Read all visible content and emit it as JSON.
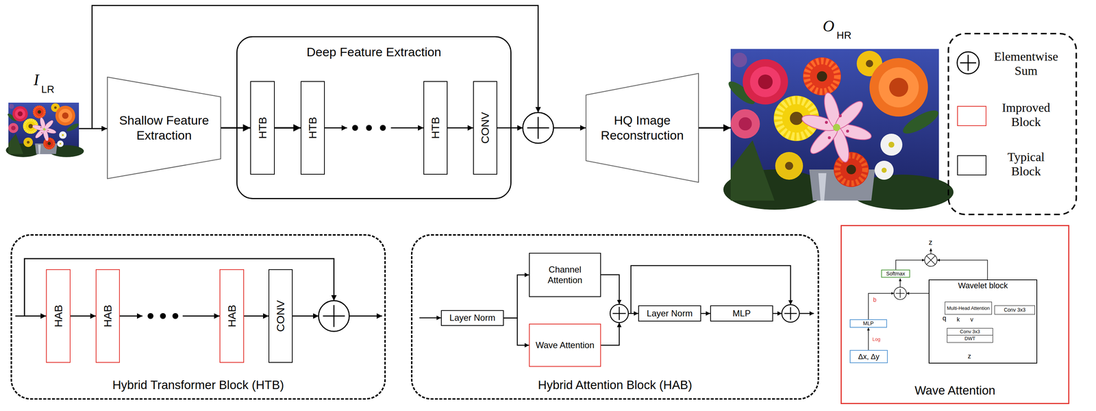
{
  "diagram": {
    "nodes": [
      {
        "text": [
          "Shallow Feature Extraction"
        ]
      },
      {
        "text": [
          "Deep Feature Extraction"
        ]
      },
      {
        "text": [
          "HTB"
        ],
        "in": 1
      },
      {
        "text": [
          "HTB"
        ],
        "in": 1
      },
      {
        "text": [
          "HTB"
        ],
        "in": 1
      },
      {
        "text": [
          "CONV"
        ],
        "in": 1
      },
      {
        "text": [
          "HQ Image Reconstruction"
        ]
      },
      {
        "text": [
          "Hybrid Transformer Block (HTB)"
        ]
      },
      {
        "text": [
          "HAB"
        ],
        "in": 7
      },
      {
        "text": [
          "HAB"
        ],
        "in": 7
      },
      {
        "text": [
          "HAB"
        ],
        "in": 7
      },
      {
        "text": [
          "CONV"
        ],
        "in": 7
      },
      {
        "text": [
          "Hybrid Attention Block (HAB)"
        ]
      },
      {
        "text": [
          "Layer Norm"
        ],
        "in": 12
      },
      {
        "text": [
          "Channel Attention"
        ],
        "in": 12
      },
      {
        "text": [
          "Wave Attention"
        ],
        "in": 12
      },
      {
        "text": [
          "Layer Norm"
        ],
        "in": 12
      },
      {
        "text": [
          "MLP"
        ],
        "in": 12
      },
      {
        "text": [
          "Wave Attention"
        ]
      },
      {
        "text": [
          "Softmax"
        ],
        "in": 18
      },
      {
        "text": [
          "MLP"
        ],
        "in": 18
      },
      {
        "text": [
          "Δx, Δy"
        ],
        "in": 18
      },
      {
        "text": [
          "Wavelet block"
        ],
        "in": 18
      },
      {
        "text": [
          "Multi-Head Attention"
        ],
        "in": 22
      },
      {
        "text": [
          "Conv 3x3"
        ],
        "in": 22
      },
      {
        "text": [
          "Conv 3x3"
        ],
        "in": 22
      },
      {
        "text": [
          "DWT"
        ],
        "in": 22
      }
    ],
    "edges": [
      {
        "from": 0,
        "to": 2,
        "arrow": "to"
      },
      {
        "from": 2,
        "to": 3,
        "arrow": "to"
      },
      {
        "from": 4,
        "to": 5,
        "arrow": "to"
      },
      {
        "from": 8,
        "to": 9,
        "arrow": "to"
      },
      {
        "from": 10,
        "to": 11,
        "arrow": "to"
      },
      {
        "from": 13,
        "to": 14,
        "arrow": "to"
      },
      {
        "from": 13,
        "to": 15,
        "arrow": "to"
      },
      {
        "from": 16,
        "to": 17,
        "arrow": "to"
      },
      {
        "from": 21,
        "to": 20,
        "arrow": "to"
      },
      {
        "from": 25,
        "to": 23,
        "arrow": "to"
      },
      {
        "from": 25,
        "to": 23,
        "arrow": "to"
      },
      {
        "from": 25,
        "to": 24,
        "arrow": "to"
      }
    ],
    "labels": [
      "I",
      "LR",
      "O",
      "HR",
      "z",
      "b",
      "Log",
      "q",
      "k",
      "v",
      "z"
    ],
    "legend": [
      {
        "text": "Elementwise Sum"
      },
      {
        "text": "Improved Block",
        "color": "#e3342f"
      },
      {
        "text": "Typical Block",
        "color": "#000000"
      }
    ]
  }
}
